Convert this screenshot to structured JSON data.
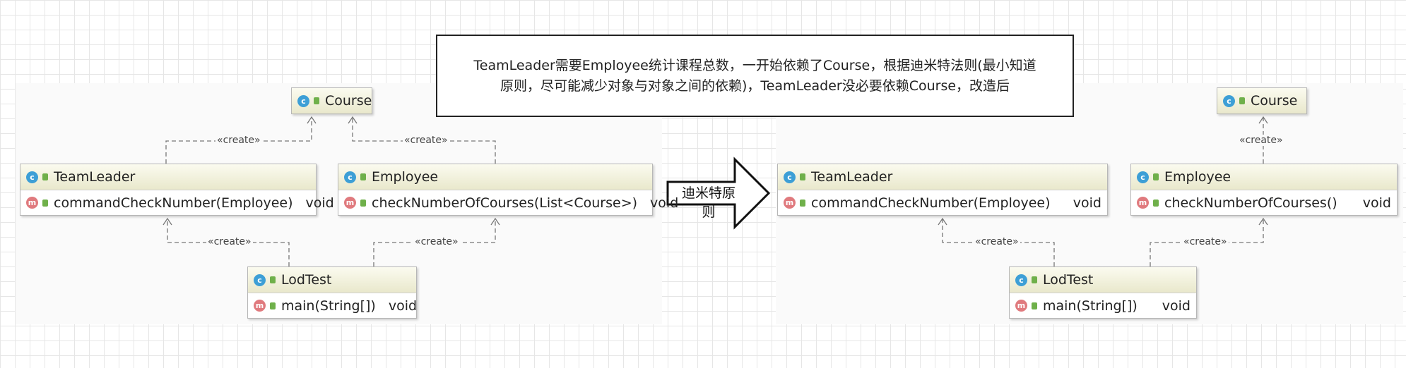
{
  "note": {
    "line1": "TeamLeader需要Employee统计课程总数，一开始依赖了Course，根据迪米特法则(最小知道",
    "line2": "原则，尽可能减少对象与对象之间的依赖)，TeamLeader没必要依赖Course，改造后"
  },
  "transition_label": "迪米特原则",
  "stereotype": "«create»",
  "left": {
    "course": {
      "name": "Course"
    },
    "teamleader": {
      "name": "TeamLeader",
      "method": "commandCheckNumber(Employee)",
      "ret": "void"
    },
    "employee": {
      "name": "Employee",
      "method": "checkNumberOfCourses(List<Course>)",
      "ret": "void"
    },
    "lodtest": {
      "name": "LodTest",
      "method": "main(String[])",
      "ret": "void"
    }
  },
  "right": {
    "course": {
      "name": "Course"
    },
    "teamleader": {
      "name": "TeamLeader",
      "method": "commandCheckNumber(Employee)",
      "ret": "void"
    },
    "employee": {
      "name": "Employee",
      "method": "checkNumberOfCourses()",
      "ret": "void"
    },
    "lodtest": {
      "name": "LodTest",
      "method": "main(String[])",
      "ret": "void"
    }
  },
  "icons": {
    "class_badge": "class-icon",
    "method_badge": "method-icon",
    "public_marker": "public-lock-icon"
  }
}
